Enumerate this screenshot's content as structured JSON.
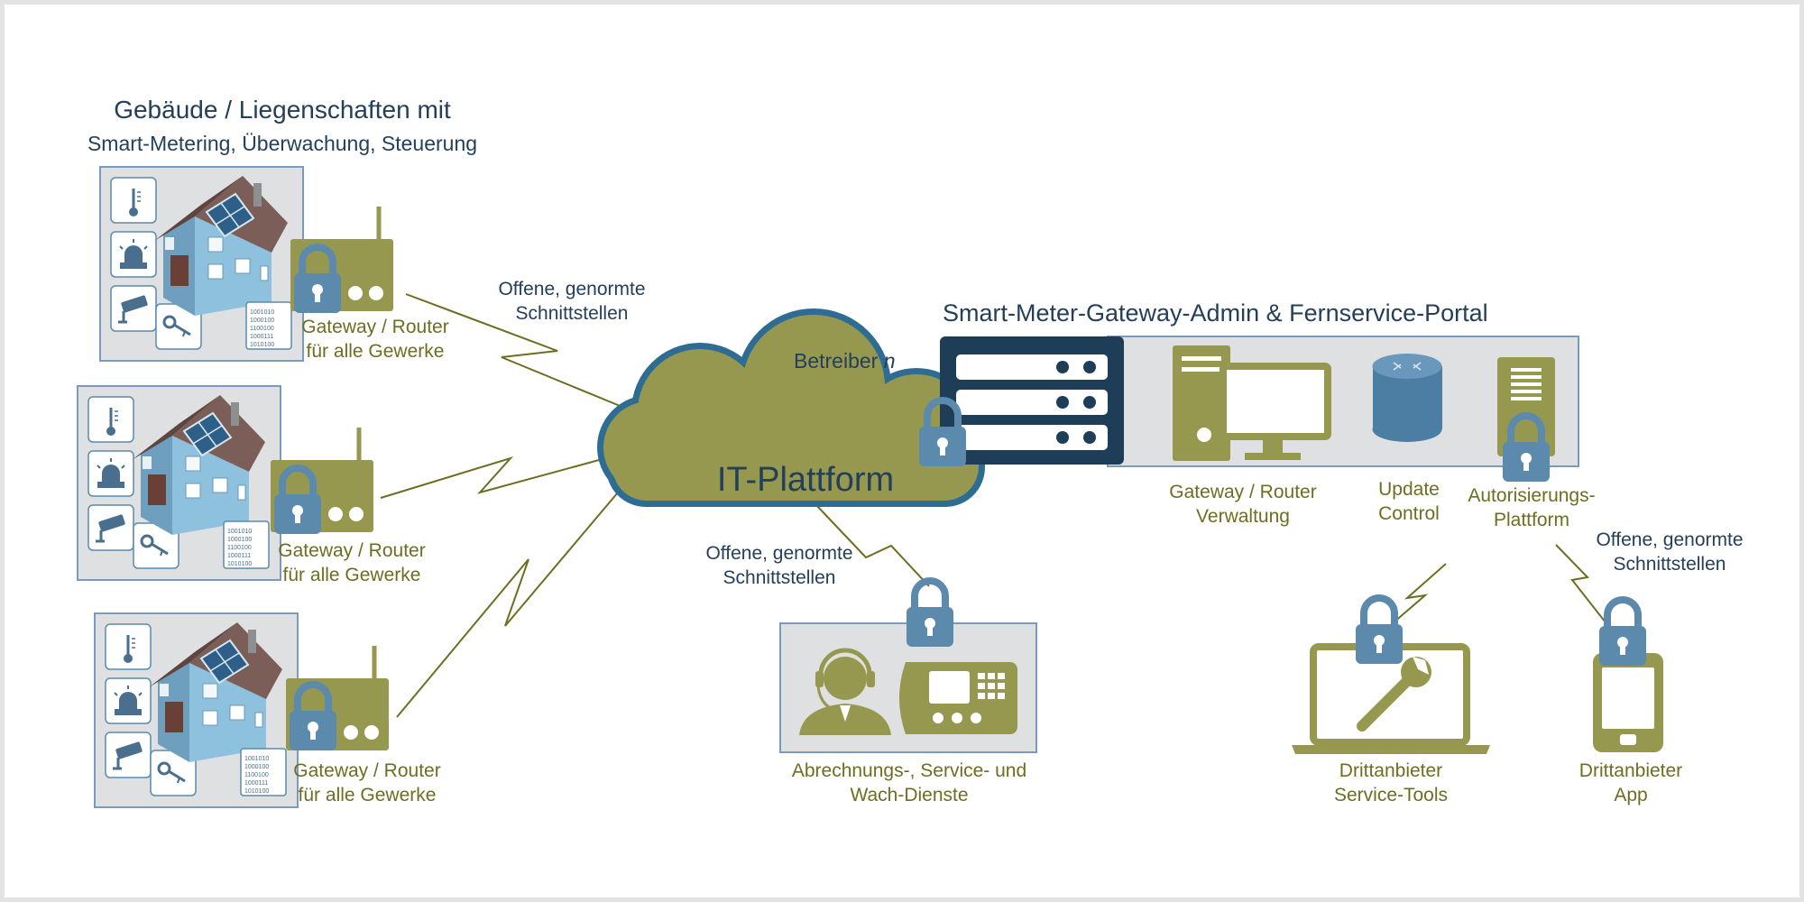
{
  "title": {
    "line1": "Gebäude / Liegenschaften mit",
    "line2": "Smart-Metering, Überwachung, Steuerung"
  },
  "buildings": [
    {
      "gateway_line1": "Gateway / Router",
      "gateway_line2": "für alle Gewerke",
      "bits": [
        "1001010",
        "1000100",
        "1100100",
        "1000111",
        "1010100"
      ]
    },
    {
      "gateway_line1": "Gateway / Router",
      "gateway_line2": "für alle Gewerke",
      "bits": [
        "1001010",
        "1000100",
        "1100100",
        "1000111",
        "1010100"
      ]
    },
    {
      "gateway_line1": "Gateway / Router",
      "gateway_line2": "für alle Gewerke",
      "bits": [
        "1001010",
        "1000100",
        "1100100",
        "1000111",
        "1010100"
      ]
    }
  ],
  "interfaces": {
    "top": {
      "line1": "Offene, genormte",
      "line2": "Schnittstellen"
    },
    "middle": {
      "line1": "Offene, genormte",
      "line2": "Schnittstellen"
    },
    "right": {
      "line1": "Offene, genormte",
      "line2": "Schnittstellen"
    }
  },
  "cloud": {
    "operator_prefix": "Betreiber ",
    "operator_n": "n",
    "platform": "IT-Plattform"
  },
  "portal": {
    "title": "Smart-Meter-Gateway-Admin & Fernservice-Portal",
    "gateway_mgmt_line1": "Gateway / Router",
    "gateway_mgmt_line2": "Verwaltung",
    "update_line1": "Update",
    "update_line2": "Control",
    "auth_line1": "Autorisierungs-",
    "auth_line2": "Plattform"
  },
  "services": {
    "line1": "Abrechnungs-, Service- und",
    "line2": "Wach-Dienste"
  },
  "third_party_tools": {
    "line1": "Drittanbieter",
    "line2": "Service-Tools"
  },
  "third_party_app": {
    "line1": "Drittanbieter",
    "line2": "App"
  },
  "colors": {
    "olive": "#97984f",
    "steel_blue": "#5b8aad",
    "navy": "#1e3d57",
    "house_blue": "#8dc1de",
    "roof": "#7c5e58",
    "box_fill": "#dfe0e2",
    "box_border": "#7a9bbd"
  }
}
